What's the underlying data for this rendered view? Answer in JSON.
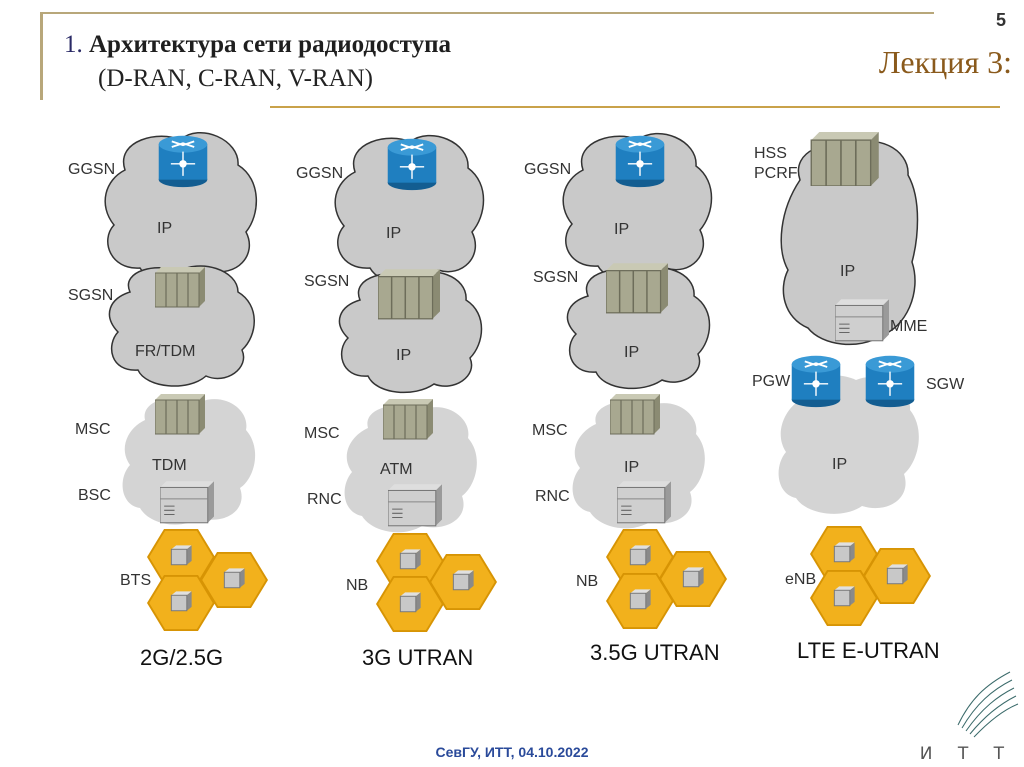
{
  "page": {
    "number": "5",
    "lecture": "Лекция 3:",
    "footer": "СевГУ, ИТТ, 04.10.2022",
    "brand": "И Т Т"
  },
  "title": {
    "num": "1.",
    "head": "Архитектура сети радиодоступа",
    "sub": "(D-RAN, C-RAN, V-RAN)"
  },
  "columns": [
    {
      "caption": "2G/2.5G",
      "labels": {
        "ggsn": "GGSN",
        "ip": "IP",
        "sgsn": "SGSN",
        "mid": "FR/TDM",
        "msc": "MSC",
        "low": "TDM",
        "ctrl": "BSC",
        "bs": "BTS"
      }
    },
    {
      "caption": "3G UTRAN",
      "labels": {
        "ggsn": "GGSN",
        "ip": "IP",
        "sgsn": "SGSN",
        "mid": "IP",
        "msc": "MSC",
        "low": "ATM",
        "ctrl": "RNC",
        "bs": "NB"
      }
    },
    {
      "caption": "3.5G UTRAN",
      "labels": {
        "ggsn": "GGSN",
        "ip": "IP",
        "sgsn": "SGSN",
        "mid": "IP",
        "msc": "MSC",
        "low": "IP",
        "ctrl": "RNC",
        "bs": "NB"
      }
    },
    {
      "caption": "LTE E-UTRAN",
      "labels": {
        "hss": "HSS",
        "pcrf": "PCRF",
        "ip": "IP",
        "mme": "MME",
        "pgw": "PGW",
        "sgw": "SGW",
        "low": "IP",
        "bs": "eNB"
      }
    }
  ],
  "colors": {
    "cloud": "#c9c9c9",
    "cloud_dark": "#bdbdbd",
    "router": "#1f7fc0",
    "switch": "#a8a890",
    "hex": "#f2b11c",
    "accent": "#c9a24a"
  }
}
